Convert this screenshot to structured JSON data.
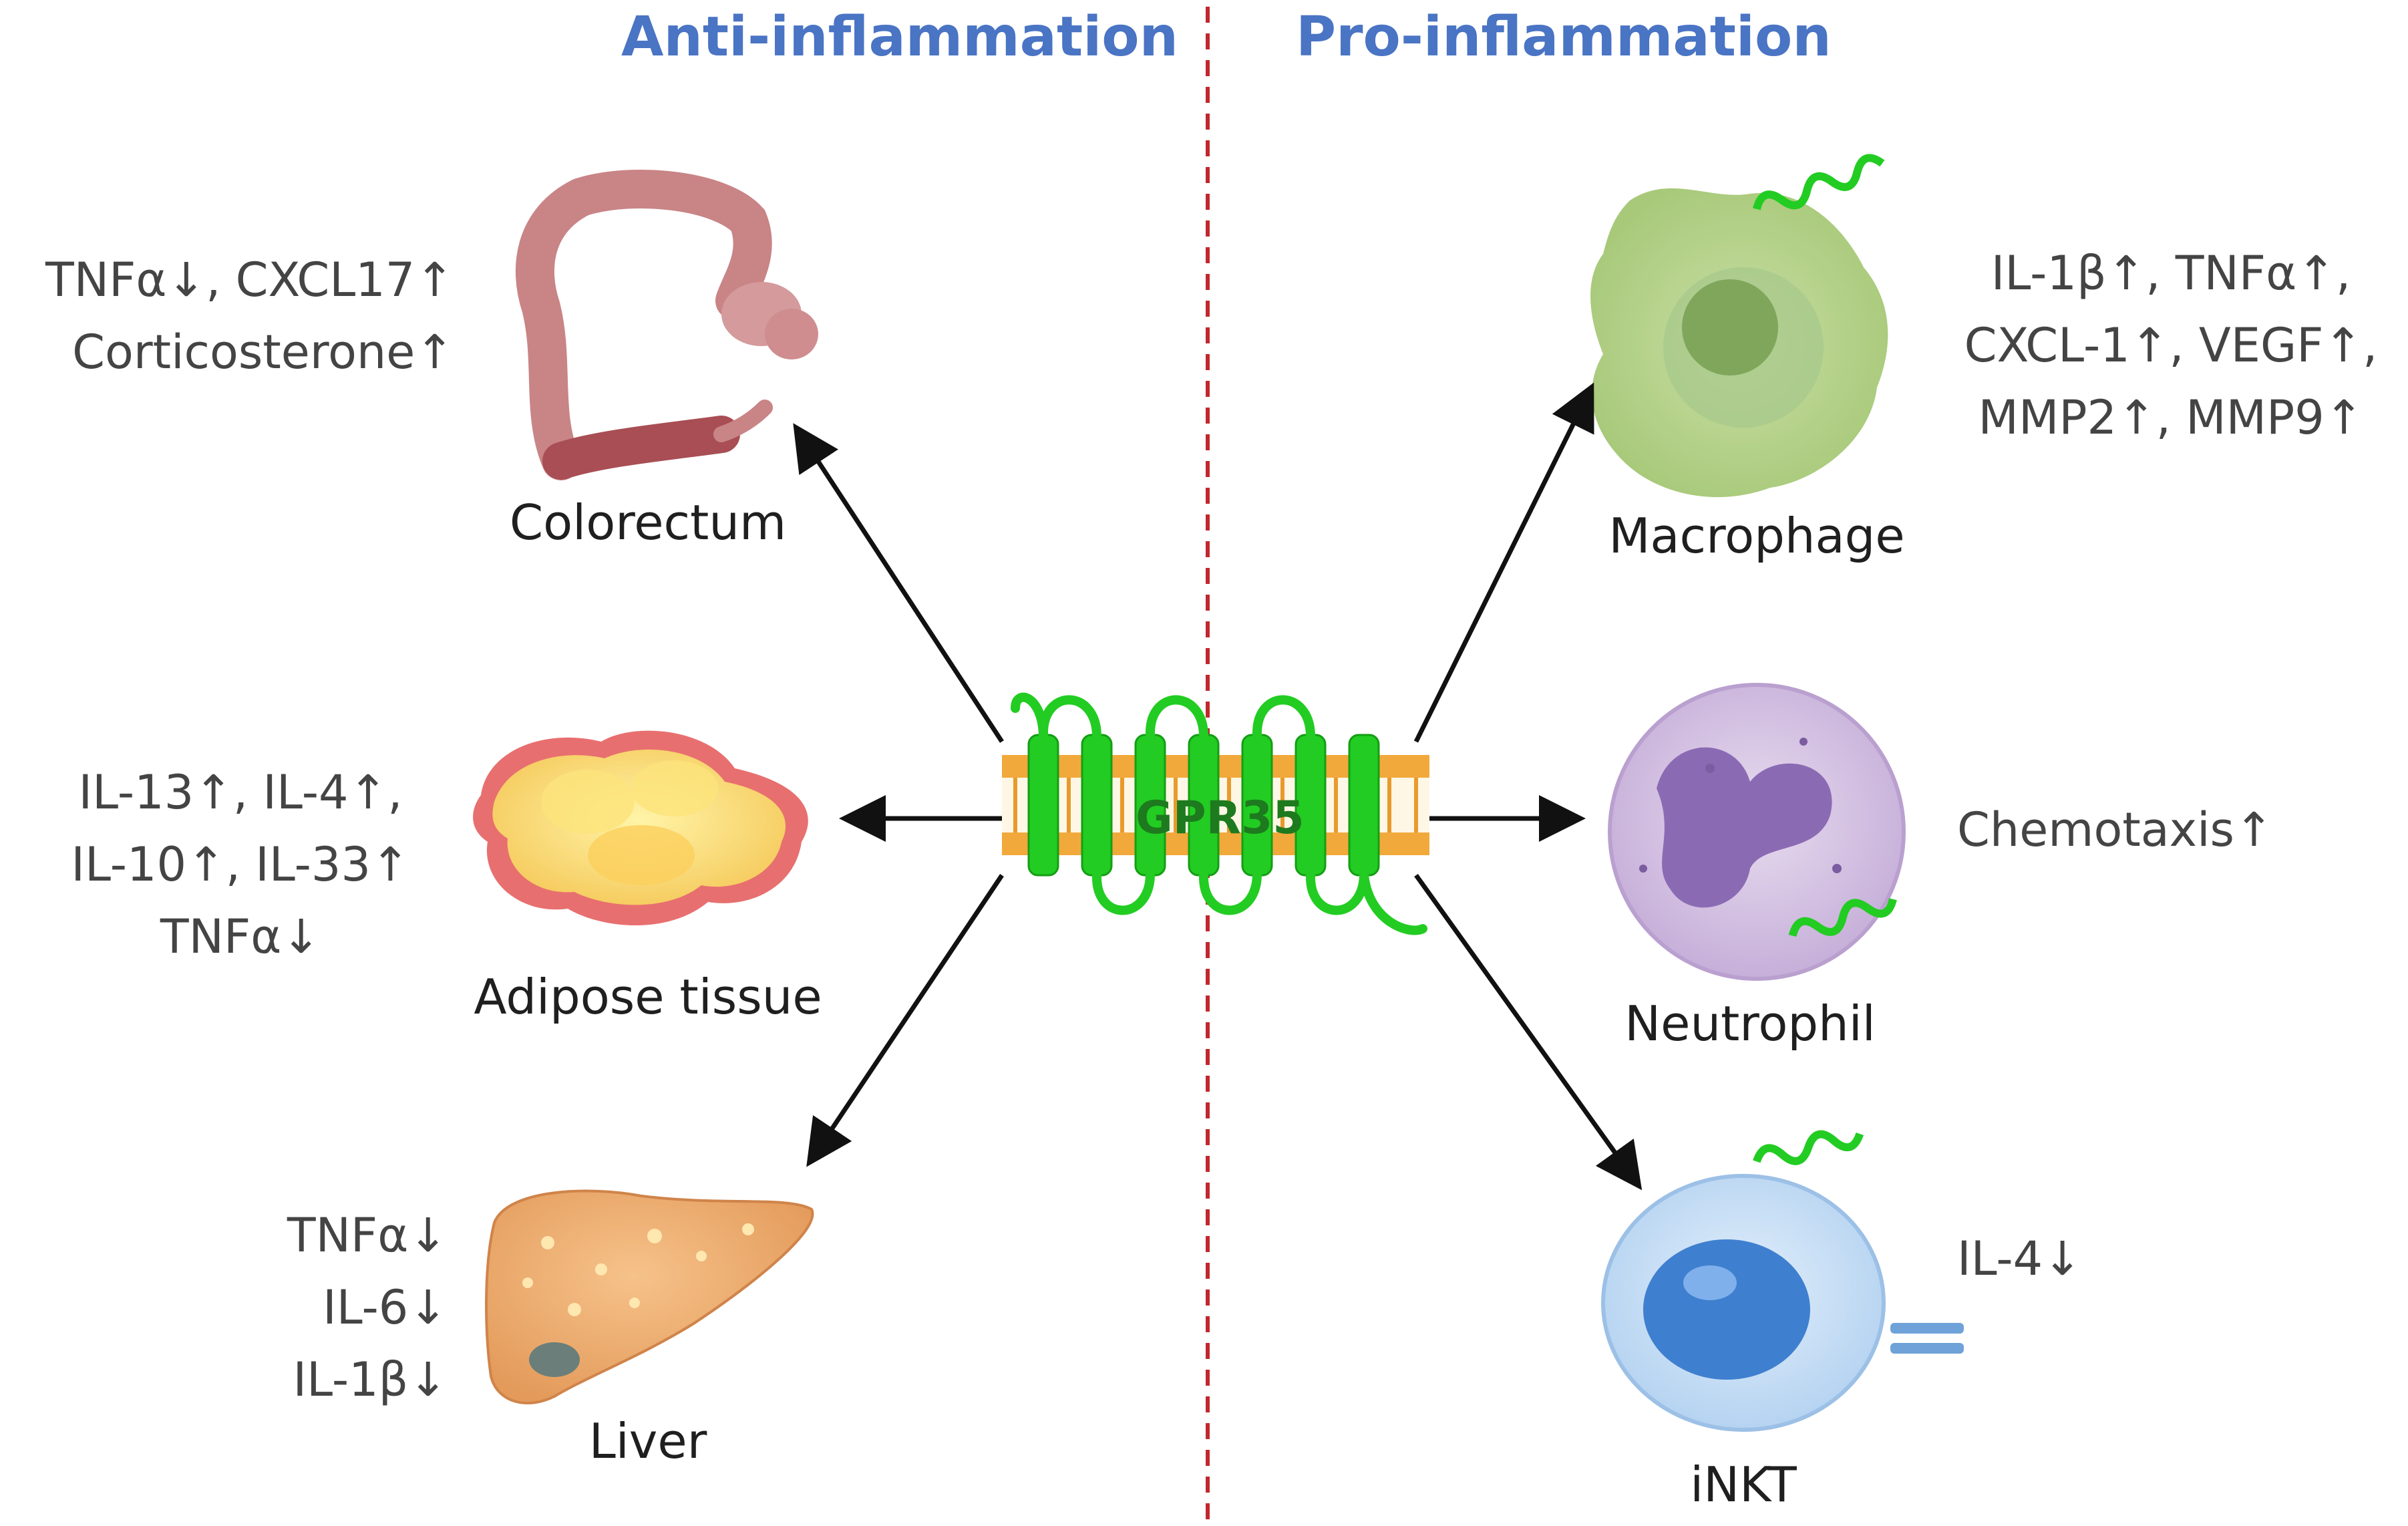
{
  "header": {
    "anti_title": "Anti-inflammation",
    "pro_title": "Pro-inflammation"
  },
  "receptor": {
    "label": "GPR35",
    "color": "#22cc22",
    "membrane_color": "#f2a93b"
  },
  "anti": [
    {
      "id": "colorectum",
      "label": "Colorectum",
      "effects": [
        "TNFα↓, CXCL17↑",
        "Corticosterone↑"
      ]
    },
    {
      "id": "adipose",
      "label": "Adipose tissue",
      "effects": [
        "IL-13↑, IL-4↑,",
        "IL-10↑, IL-33↑",
        "TNFα↓"
      ]
    },
    {
      "id": "liver",
      "label": "Liver",
      "effects": [
        "TNFα↓",
        "IL-6↓",
        "IL-1β↓"
      ]
    }
  ],
  "pro": [
    {
      "id": "macrophage",
      "label": "Macrophage",
      "effects": [
        "IL-1β↑, TNFα↑,",
        "CXCL-1↑, VEGF↑,",
        "MMP2↑, MMP9↑"
      ]
    },
    {
      "id": "neutrophil",
      "label": "Neutrophil",
      "effects": [
        "Chemotaxis↑"
      ]
    },
    {
      "id": "inkt",
      "label": "iNKT",
      "effects": [
        "IL-4↓"
      ]
    }
  ],
  "colors": {
    "title": "#4a74c4",
    "divider": "#c0282d",
    "arrow": "#111111"
  }
}
